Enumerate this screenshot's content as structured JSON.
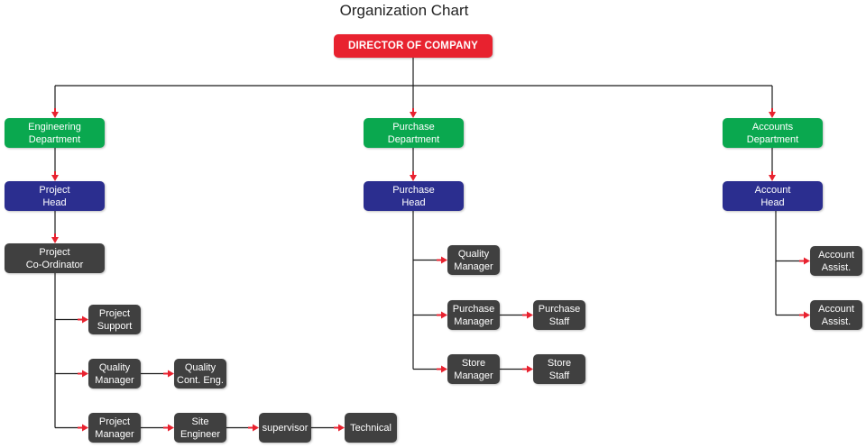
{
  "title": "Organization Chart",
  "colors": {
    "director": "#e8222f",
    "department": "#0aa84f",
    "head": "#2b2e8f",
    "staff": "#404040",
    "connector": "#1a1a1a",
    "arrow": "#e8222f"
  },
  "nodes": {
    "director": "DIRECTOR OF COMPANY",
    "eng_dept": "Engineering\nDepartment",
    "pur_dept": "Purchase\nDepartment",
    "acc_dept": "Accounts\nDepartment",
    "proj_head": "Project\nHead",
    "pur_head": "Purchase\nHead",
    "acc_head": "Account\nHead",
    "proj_coord": "Project\nCo-Ordinator",
    "proj_support": "Project\nSupport",
    "eng_quality_mgr": "Quality\nManager",
    "quality_cont_eng": "Quality\nCont. Eng.",
    "proj_mgr": "Project\nManager",
    "site_eng": "Site\nEngineer",
    "supervisor": "supervisor",
    "technical": "Technical",
    "pur_quality_mgr": "Quality\nManager",
    "pur_mgr": "Purchase\nManager",
    "pur_staff": "Purchase\nStaff",
    "store_mgr": "Store\nManager",
    "store_staff": "Store\nStaff",
    "acc_assist_1": "Account\nAssist.",
    "acc_assist_2": "Account\nAssist."
  }
}
